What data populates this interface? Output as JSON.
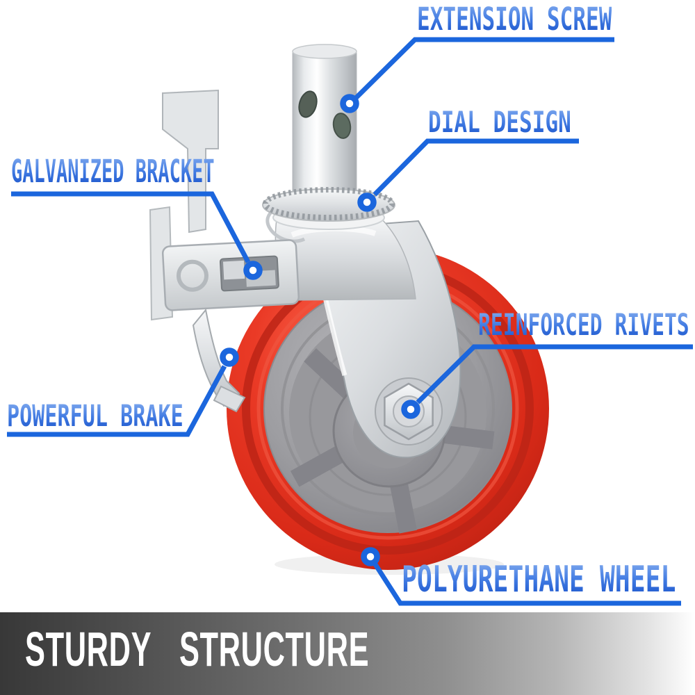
{
  "colors": {
    "accent_blue": "#1b66dd",
    "label_gradient_top": "#7fa9ee",
    "label_gradient_bottom": "#1b54ca",
    "wheel_red": "#d92a18",
    "hub_gray": "#9c9ca0",
    "metal_light": "#e8eaec",
    "banner_dark": "#383838",
    "banner_text_color": "#ffffff",
    "background": "#ffffff"
  },
  "callouts": [
    {
      "id": "extension-screw",
      "label": "EXTENSION SCREW"
    },
    {
      "id": "dial-design",
      "label": "DIAL DESIGN"
    },
    {
      "id": "galvanized-bracket",
      "label": "GALVANIZED BRACKET"
    },
    {
      "id": "powerful-brake",
      "label": "POWERFUL BRAKE"
    },
    {
      "id": "reinforced-rivets",
      "label": "REINFORCED RIVETS"
    },
    {
      "id": "polyurethane-wheel",
      "label": "POLYURETHANE WHEEL"
    }
  ],
  "banner": {
    "title": "STURDY STRUCTURE"
  }
}
